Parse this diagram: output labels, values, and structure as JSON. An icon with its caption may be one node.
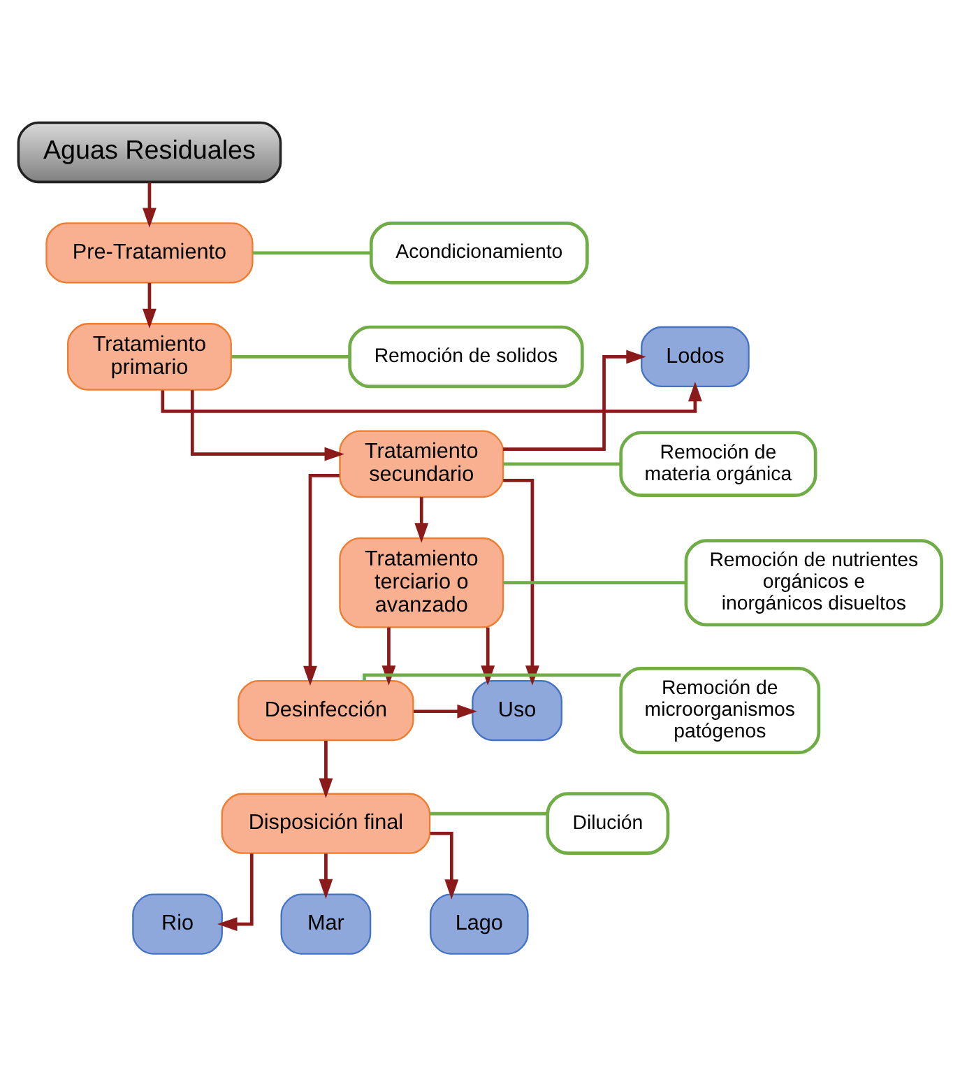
{
  "diagram": {
    "nodes": [
      {
        "text": [
          "Aguas Residuales"
        ]
      },
      {
        "text": [
          "Pre-Tratamiento"
        ]
      },
      {
        "text": [
          "Acondicionamiento"
        ]
      },
      {
        "text": [
          "Lodos"
        ]
      },
      {
        "text": [
          "Tratamiento primario"
        ]
      },
      {
        "text": [
          "Remoción de solidos"
        ]
      },
      {
        "text": [
          "Tratamiento secundario"
        ]
      },
      {
        "text": [
          "Remoción de materia orgánica"
        ]
      },
      {
        "text": [
          "Tratamiento terciario o avanzado"
        ]
      },
      {
        "text": [
          "Remoción de nutrientes orgánicos e inorgánicos disueltos"
        ]
      },
      {
        "text": [
          "Uso"
        ]
      },
      {
        "text": [
          "Desinfección"
        ]
      },
      {
        "text": [
          "Remoción de microorganismos patógenos"
        ]
      },
      {
        "text": [
          "Disposición final"
        ]
      },
      {
        "text": [
          "Dilución"
        ]
      },
      {
        "text": [
          "Rio"
        ]
      },
      {
        "text": [
          "Mar"
        ]
      },
      {
        "text": [
          "Lago"
        ]
      }
    ],
    "edges": [
      {
        "from": 0,
        "to": 1,
        "arrow": "to"
      },
      {
        "from": 1,
        "to": 2,
        "arrow": "none",
        "color": "#70ad47"
      },
      {
        "from": 4,
        "to": 3,
        "arrow": "to"
      },
      {
        "from": 1,
        "to": 4,
        "arrow": "to"
      },
      {
        "from": 4,
        "to": 5,
        "arrow": "none",
        "color": "#70ad47"
      },
      {
        "from": 6,
        "to": 3,
        "arrow": "to"
      },
      {
        "from": 4,
        "to": 6,
        "arrow": "to"
      },
      {
        "from": 6,
        "to": 7,
        "arrow": "none",
        "color": "#70ad47"
      },
      {
        "from": 6,
        "to": 8,
        "arrow": "to"
      },
      {
        "from": 6,
        "to": 10,
        "arrow": "to"
      },
      {
        "from": 6,
        "to": 11,
        "arrow": "to"
      },
      {
        "from": 8,
        "to": 9,
        "arrow": "none",
        "color": "#70ad47"
      },
      {
        "from": 8,
        "to": 11,
        "arrow": "to"
      },
      {
        "from": 8,
        "to": 10,
        "arrow": "to"
      },
      {
        "from": 11,
        "to": 10,
        "arrow": "to"
      },
      {
        "from": 11,
        "to": 12,
        "arrow": "none",
        "color": "#70ad47"
      },
      {
        "from": 11,
        "to": 13,
        "arrow": "to"
      },
      {
        "from": 13,
        "to": 14,
        "arrow": "none",
        "color": "#70ad47"
      },
      {
        "from": 13,
        "to": 15,
        "arrow": "to"
      },
      {
        "from": 13,
        "to": 16,
        "arrow": "to"
      },
      {
        "from": 13,
        "to": 17,
        "arrow": "to"
      }
    ]
  }
}
